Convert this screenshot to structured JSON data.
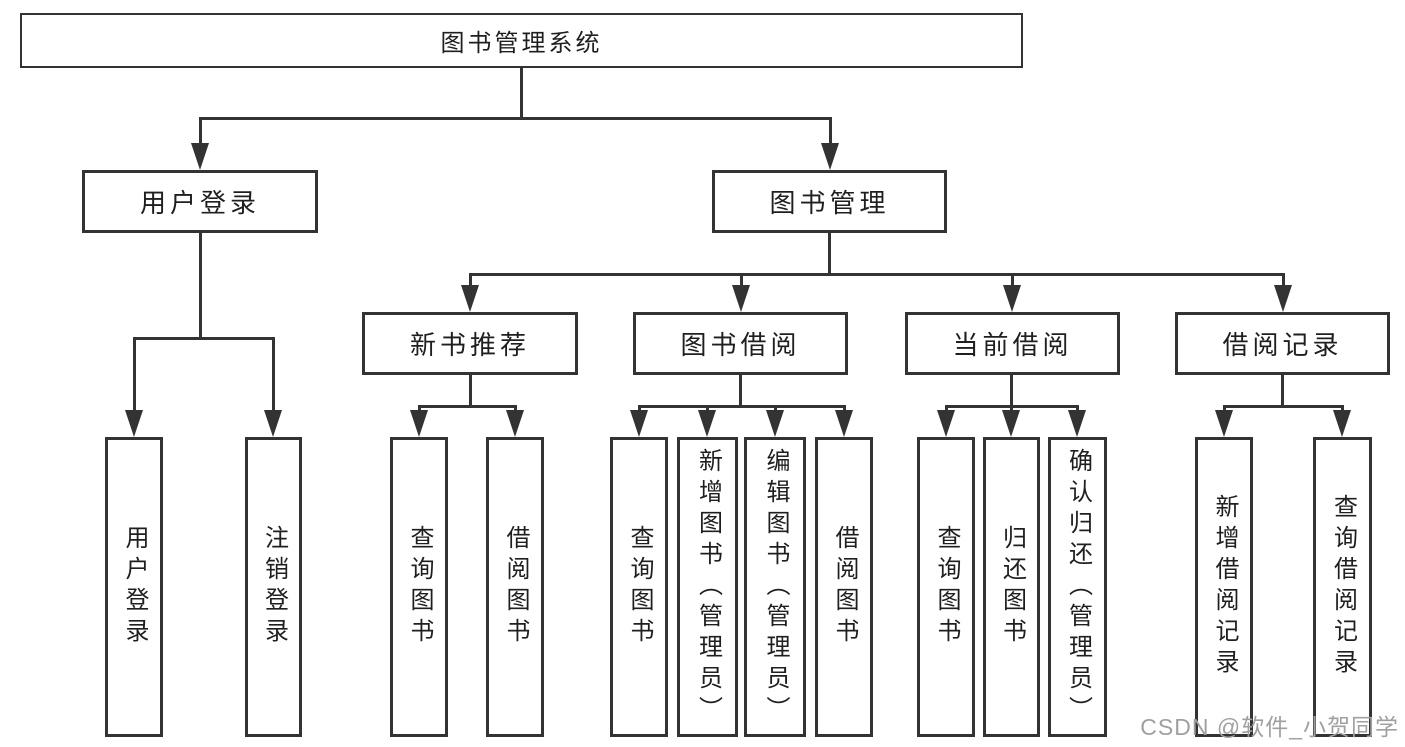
{
  "nodes": {
    "root": "图书管理系统",
    "user_login": "用户登录",
    "book_management": "图书管理",
    "login_leaf": "用户登录",
    "logout_leaf": "注销登录",
    "new_book_recommend": "新书推荐",
    "book_borrow": "图书借阅",
    "current_borrow": "当前借阅",
    "borrow_records": "借阅记录",
    "nbr_query_books": "查询图书",
    "nbr_borrow_books": "借阅图书",
    "bb_query_books": "查询图书",
    "bb_add_books": "新增图书（管理员）",
    "bb_edit_books": "编辑图书（管理员）",
    "bb_borrow_books": "借阅图书",
    "cb_query_books": "查询图书",
    "cb_return_books": "归还图书",
    "cb_confirm_return": "确认归还（管理员）",
    "br_add_record": "新增借阅记录",
    "br_query_record": "查询借阅记录"
  },
  "watermark": "CSDN @软件_小贺同学",
  "colors": {
    "line": "#333333",
    "text": "#1f1f1f",
    "watermark": "#a0a0a0",
    "background": "#ffffff"
  }
}
